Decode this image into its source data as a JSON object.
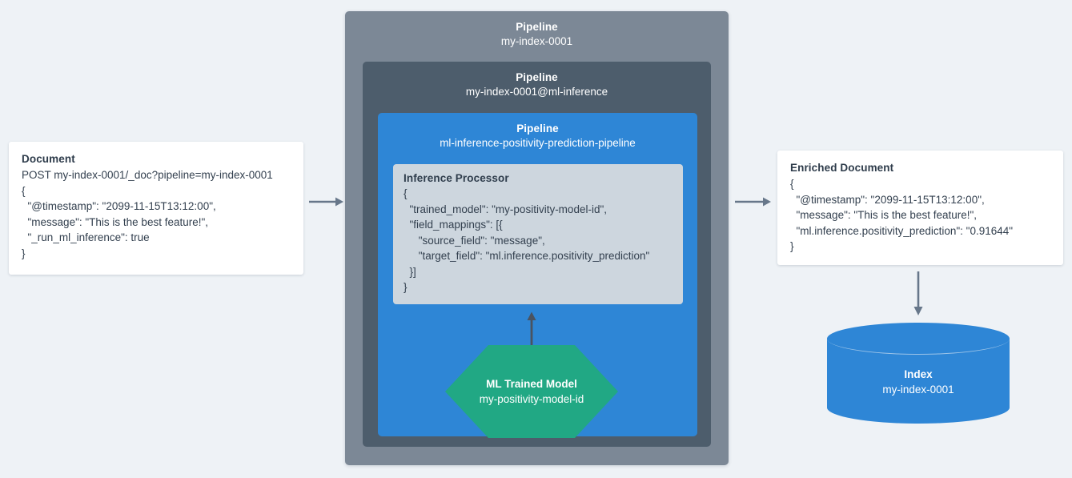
{
  "colors": {
    "background": "#eef2f6",
    "pipeline_outer": "#7c8896",
    "pipeline_middle": "#4d5d6c",
    "pipeline_inner": "#2e86d6",
    "processor": "#cdd6de",
    "ml_model": "#21a884",
    "index": "#2e86d6",
    "arrow": "#67778a",
    "card": "#ffffff",
    "text_dark": "#33404f"
  },
  "input_document": {
    "title": "Document",
    "lines": [
      "POST my-index-0001/_doc?pipeline=my-index-0001",
      "{",
      "  \"@timestamp\": \"2099-11-15T13:12:00\",",
      "  \"message\": \"This is the best feature!\",",
      "  \"_run_ml_inference\": true",
      "}"
    ]
  },
  "pipeline_outer": {
    "kind": "Pipeline",
    "name": "my-index-0001"
  },
  "pipeline_middle": {
    "kind": "Pipeline",
    "name": "my-index-0001@ml-inference"
  },
  "pipeline_inner": {
    "kind": "Pipeline",
    "name": "ml-inference-positivity-prediction-pipeline"
  },
  "processor": {
    "title": "Inference Processor",
    "lines": [
      "{",
      "  \"trained_model\": \"my-positivity-model-id\",",
      "  \"field_mappings\": [{",
      "     \"source_field\": \"message\",",
      "     \"target_field\": \"ml.inference.positivity_prediction\"",
      "  }]",
      "}"
    ]
  },
  "ml_model": {
    "kind": "ML Trained Model",
    "name": "my-positivity-model-id"
  },
  "output_document": {
    "title": "Enriched Document",
    "lines": [
      "{",
      "  \"@timestamp\": \"2099-11-15T13:12:00\",",
      "  \"message\": \"This is the best feature!\",",
      "  \"ml.inference.positivity_prediction\": \"0.91644\"",
      "}"
    ]
  },
  "index": {
    "kind": "Index",
    "name": "my-index-0001"
  },
  "arrows": [
    {
      "name": "arrow-document-to-pipeline",
      "direction": "right"
    },
    {
      "name": "arrow-pipeline-to-enriched-document",
      "direction": "right"
    },
    {
      "name": "arrow-model-to-processor",
      "direction": "up"
    },
    {
      "name": "arrow-enriched-document-to-index",
      "direction": "down"
    }
  ]
}
